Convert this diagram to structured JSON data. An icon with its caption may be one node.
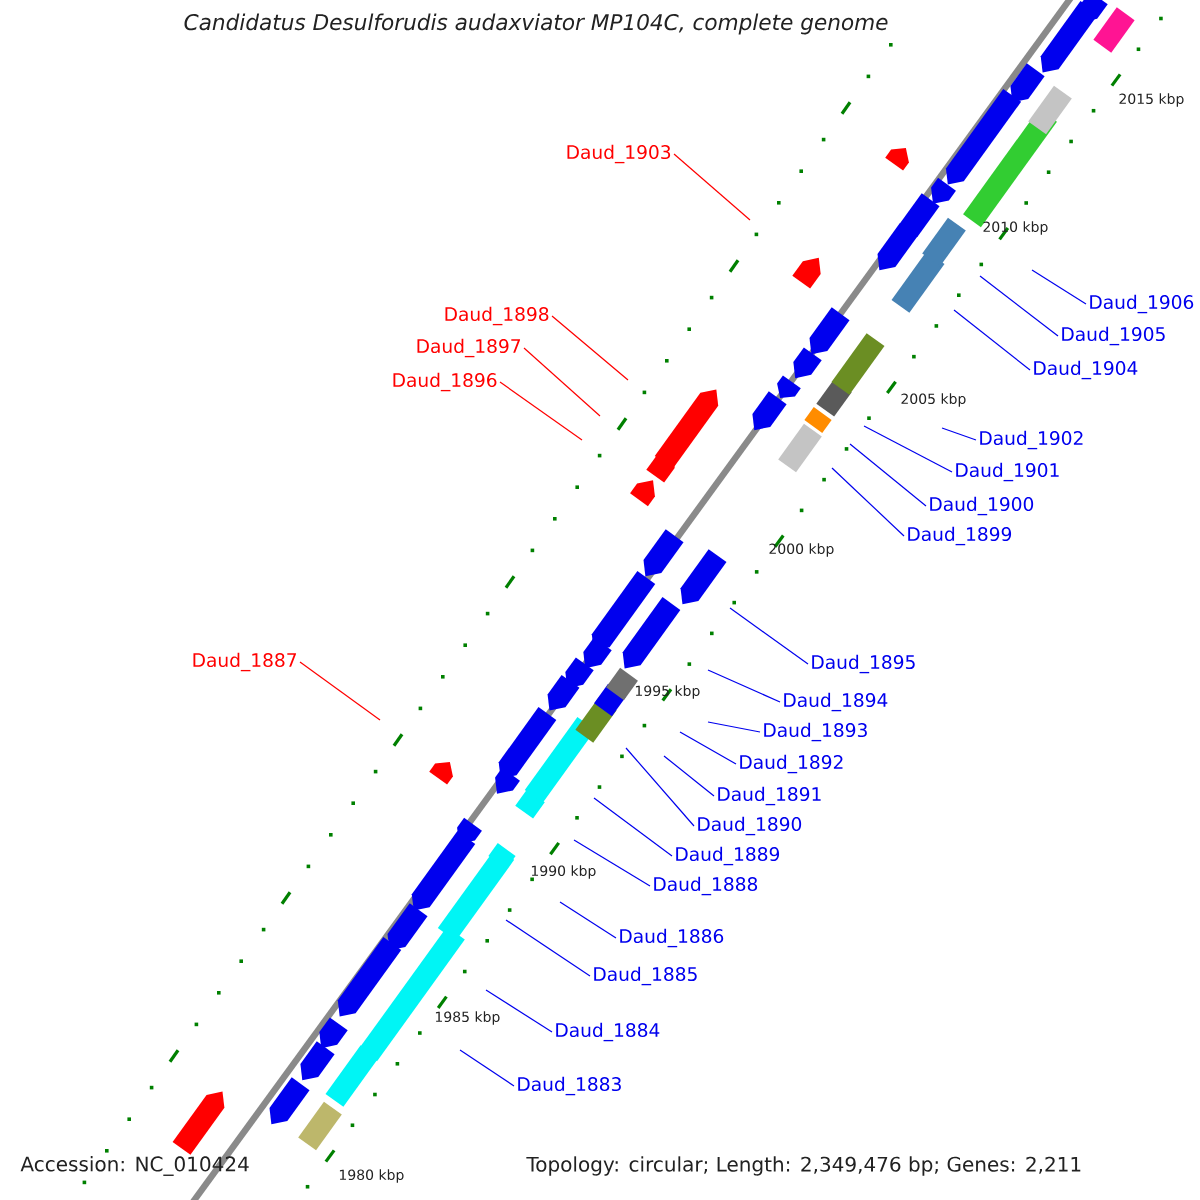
{
  "diagram": {
    "title": "Candidatus Desulforudis audaxviator MP104C, complete genome",
    "nodes": [
      {
        "text": [
          "Daud_1903"
        ]
      },
      {
        "text": [
          "Daud_1906"
        ]
      },
      {
        "text": [
          "Daud_1898"
        ]
      },
      {
        "text": [
          "Daud_1905"
        ]
      },
      {
        "text": [
          "Daud_1897"
        ]
      },
      {
        "text": [
          "Daud_1904"
        ]
      },
      {
        "text": [
          "Daud_1896"
        ]
      },
      {
        "text": [
          "Daud_1902"
        ]
      },
      {
        "text": [
          "Daud_1901"
        ]
      },
      {
        "text": [
          "Daud_1900"
        ]
      },
      {
        "text": [
          "Daud_1899"
        ]
      },
      {
        "text": [
          "Daud_1887"
        ]
      },
      {
        "text": [
          "Daud_1895"
        ]
      },
      {
        "text": [
          "Daud_1894"
        ]
      },
      {
        "text": [
          "Daud_1893"
        ]
      },
      {
        "text": [
          "Daud_1892"
        ]
      },
      {
        "text": [
          "Daud_1891"
        ]
      },
      {
        "text": [
          "Daud_1890"
        ]
      },
      {
        "text": [
          "Daud_1889"
        ]
      },
      {
        "text": [
          "Daud_1888"
        ]
      },
      {
        "text": [
          "Daud_1886"
        ]
      },
      {
        "text": [
          "Daud_1885"
        ]
      },
      {
        "text": [
          "Daud_1884"
        ]
      },
      {
        "text": [
          "Daud_1883"
        ]
      }
    ],
    "edges": [
      {
        "from": 0,
        "to": null,
        "arrow": "none",
        "color": "#ff0000"
      },
      {
        "from": 1,
        "to": null,
        "arrow": "none"
      },
      {
        "from": 2,
        "to": null,
        "arrow": "none",
        "color": "#ff0000"
      },
      {
        "from": 3,
        "to": null,
        "arrow": "none"
      },
      {
        "from": 4,
        "to": null,
        "arrow": "none",
        "color": "#ff0000"
      },
      {
        "from": 5,
        "to": null,
        "arrow": "none"
      },
      {
        "from": 6,
        "to": null,
        "arrow": "none",
        "color": "#ff0000"
      },
      {
        "from": 7,
        "to": null,
        "arrow": "none"
      },
      {
        "from": 8,
        "to": null,
        "arrow": "none"
      },
      {
        "from": 9,
        "to": null,
        "arrow": "none"
      },
      {
        "from": 10,
        "to": null,
        "arrow": "none"
      },
      {
        "from": 11,
        "to": null,
        "arrow": "none",
        "color": "#ff0000"
      },
      {
        "from": 12,
        "to": null,
        "arrow": "none"
      },
      {
        "from": 13,
        "to": null,
        "arrow": "none"
      },
      {
        "from": 14,
        "to": null,
        "arrow": "none"
      },
      {
        "from": 15,
        "to": null,
        "arrow": "none"
      },
      {
        "from": 16,
        "to": null,
        "arrow": "none"
      },
      {
        "from": 17,
        "to": null,
        "arrow": "none"
      },
      {
        "from": 18,
        "to": null,
        "arrow": "none"
      },
      {
        "from": 19,
        "to": null,
        "arrow": "none"
      },
      {
        "from": 20,
        "to": null,
        "arrow": "none"
      },
      {
        "from": 21,
        "to": null,
        "arrow": "none"
      },
      {
        "from": 22,
        "to": null,
        "arrow": "none"
      },
      {
        "from": 23,
        "to": null,
        "arrow": "none"
      }
    ],
    "labels": [
      "2015 kbp",
      "2010 kbp",
      "2005 kbp",
      "2000 kbp",
      "1995 kbp",
      "1990 kbp",
      "1985 kbp",
      "1980 kbp",
      "Accession: NC_010424",
      "Topology: circular; Length: 2,349,476 bp; Genes: 2,211"
    ]
  }
}
